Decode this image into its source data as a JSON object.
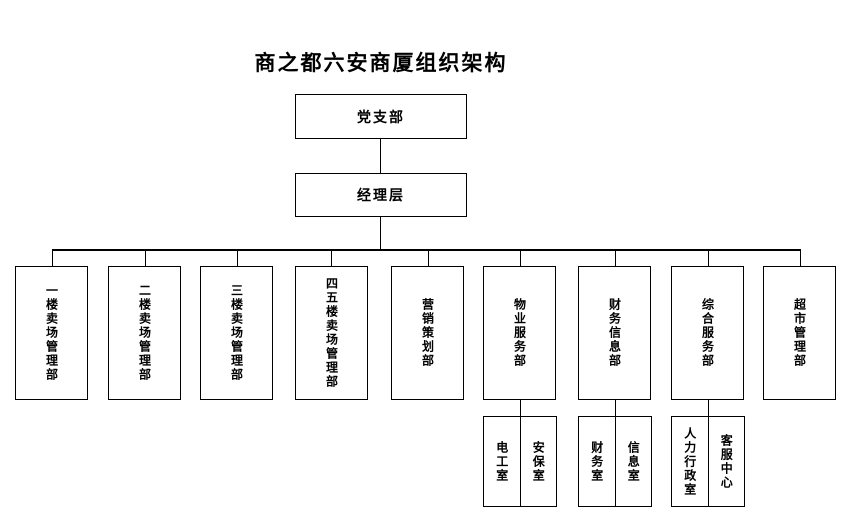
{
  "title": "商之都六安商厦组织架构",
  "org": {
    "root": "党支部",
    "management": "经理层",
    "departments": [
      "一楼卖场管理部",
      "二楼卖场管理部",
      "三楼卖场管理部",
      "四五楼卖场管理部",
      "营销策划部",
      "物业服务部",
      "财务信息部",
      "综合服务部",
      "超市管理部"
    ],
    "offices": [
      {
        "parent_index": 5,
        "cells": [
          "电工室",
          "安保室"
        ]
      },
      {
        "parent_index": 6,
        "cells": [
          "财务室",
          "信息室"
        ]
      },
      {
        "parent_index": 7,
        "cells": [
          "人力行政室",
          "客服中心"
        ]
      }
    ]
  },
  "colors": {
    "line": "#000000",
    "text": "#000000",
    "background": "#ffffff"
  }
}
